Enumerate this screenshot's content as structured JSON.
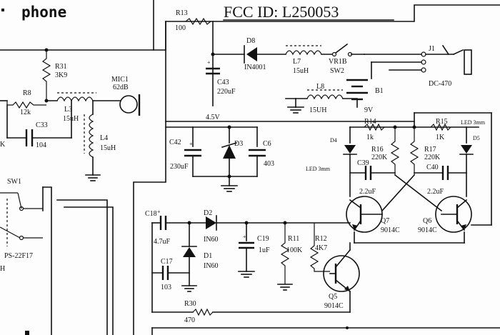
{
  "header": {
    "brand_fragment": "phone",
    "fcc_id": "FCC ID: L250053"
  },
  "components": {
    "R13": {
      "ref": "R13",
      "value": "100"
    },
    "R31": {
      "ref": "R31",
      "value": "3K9"
    },
    "R8": {
      "ref": "R8",
      "value": "12k"
    },
    "L3": {
      "ref": "L3",
      "value": "15uH"
    },
    "MIC1": {
      "ref": "MIC1",
      "value": "62dB"
    },
    "C33": {
      "ref": "C33",
      "value": "104"
    },
    "L4": {
      "ref": "L4",
      "value": "15uH"
    },
    "D8": {
      "ref": "D8",
      "value": "IN4001"
    },
    "C43": {
      "ref": "C43",
      "value": "220uF"
    },
    "L7": {
      "ref": "L7",
      "value": "15uH"
    },
    "VR1B": {
      "ref": "VR1B",
      "value": "SW2"
    },
    "J1": {
      "ref": "J1",
      "value": "DC-470"
    },
    "L8": {
      "ref": "L8",
      "value": "15UH"
    },
    "B1": {
      "ref": "B1",
      "value": "9V"
    },
    "C42": {
      "ref": "C42",
      "value": "230uF"
    },
    "D3": {
      "ref": "D3",
      "value": ""
    },
    "C6": {
      "ref": "C6",
      "value": "403"
    },
    "R14": {
      "ref": "R14",
      "value": "1k"
    },
    "R15": {
      "ref": "R15",
      "value": "1K"
    },
    "D4": {
      "ref": "D4",
      "value": "LED 3mm"
    },
    "D5": {
      "ref": "D5",
      "value": "LED 3mm"
    },
    "R16": {
      "ref": "R16",
      "value": "220K"
    },
    "R17": {
      "ref": "R17",
      "value": "220K"
    },
    "C39": {
      "ref": "C39",
      "value": "2.2uF"
    },
    "C40": {
      "ref": "C40",
      "value": "2.2uF"
    },
    "Q7": {
      "ref": "Q7",
      "value": "9014C"
    },
    "Q6": {
      "ref": "Q6",
      "value": "9014C"
    },
    "C18": {
      "ref": "C18",
      "value": "4.7uF"
    },
    "D2": {
      "ref": "D2",
      "value": "IN60"
    },
    "D1": {
      "ref": "D1",
      "value": "IN60"
    },
    "C17": {
      "ref": "C17",
      "value": "103"
    },
    "C19": {
      "ref": "C19",
      "value": "1uF"
    },
    "R11": {
      "ref": "R11",
      "value": "100K"
    },
    "R12": {
      "ref": "R12",
      "value": "4K7"
    },
    "Q5": {
      "ref": "Q5",
      "value": "9014C"
    },
    "R30": {
      "ref": "R30",
      "value": "470"
    },
    "SW1": {
      "ref": "SW1",
      "value": "PS-22F17"
    }
  },
  "net_labels": {
    "v45": "4.5V",
    "v9": "9V",
    "k_left": "K",
    "h_left": "H"
  }
}
